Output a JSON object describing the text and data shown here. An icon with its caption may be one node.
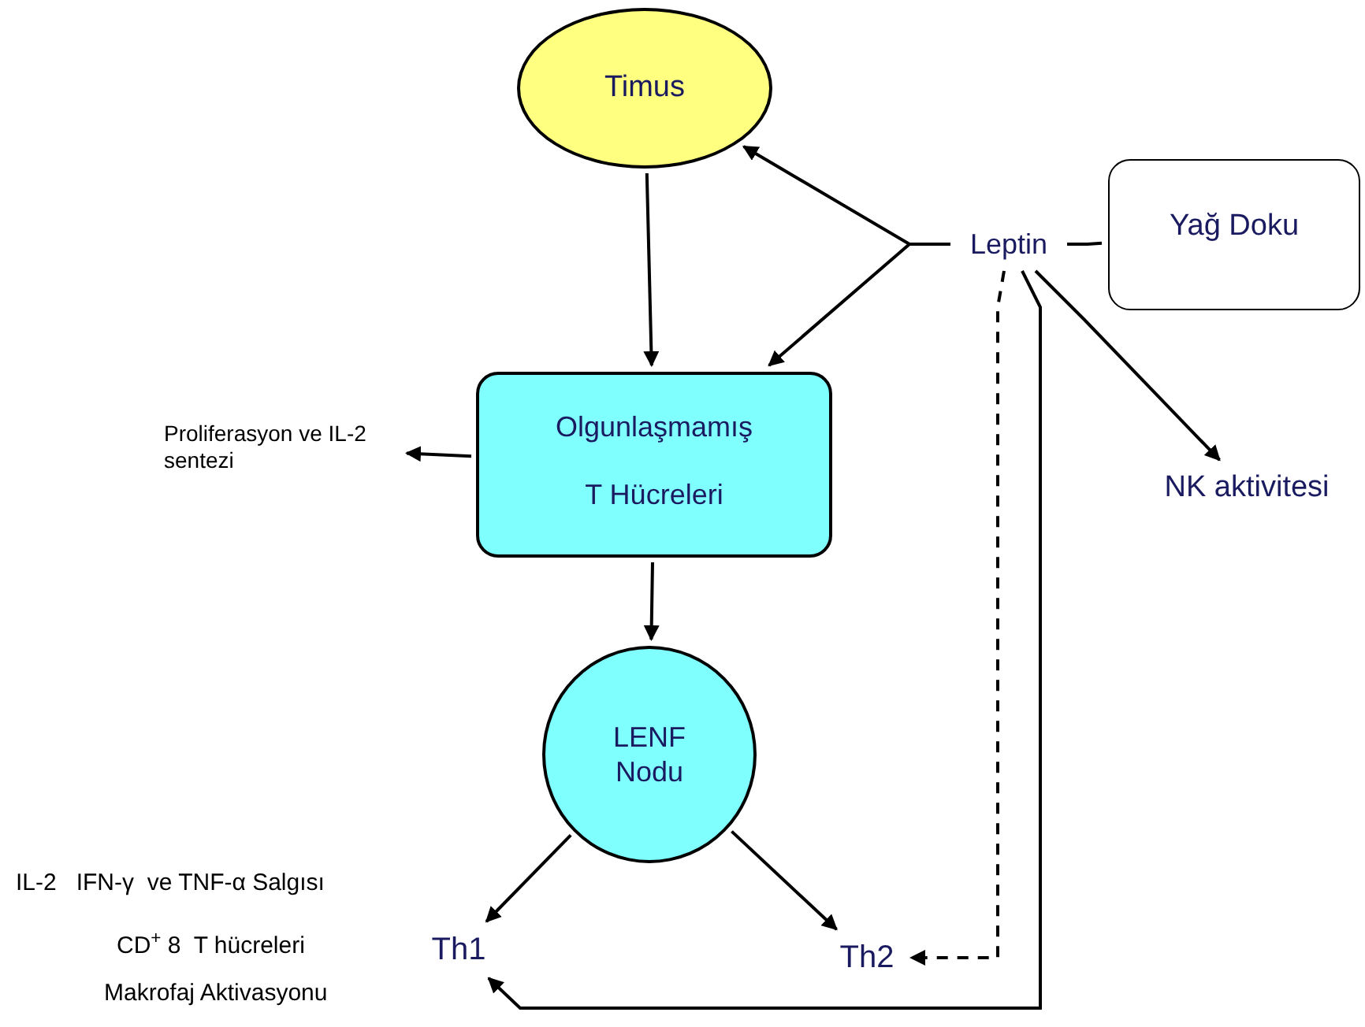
{
  "diagram": {
    "nodes": [
      {
        "text": [
          "Timus"
        ]
      },
      {
        "text": [
          "Olgunlaşmamış",
          "T  Hücreleri"
        ]
      },
      {
        "text": [
          "LENF Nodu"
        ]
      },
      {
        "text": [
          "Leptin"
        ]
      },
      {
        "text": [
          "Yağ Doku"
        ]
      },
      {
        "text": [
          "NK aktivitesi"
        ]
      },
      {
        "text": [
          "Proliferasyon ve IL-2 sentezi"
        ]
      },
      {
        "text": [
          "Th1"
        ],
        "beside": [
          "IL-2   IFN-γ  ve TNF-α Salgısı",
          "CD$^{+}$ 8  T hücreleri",
          "Makrofaj Aktivasyonu"
        ]
      },
      {
        "text": [
          "Th2"
        ]
      }
    ],
    "edges": [
      {
        "from": 0,
        "to": 1,
        "arrow": "to"
      },
      {
        "from": 1,
        "to": 6,
        "arrow": "to"
      },
      {
        "from": 1,
        "to": 2,
        "arrow": "to"
      },
      {
        "from": 3,
        "to": 0,
        "arrow": "to"
      },
      {
        "from": 3,
        "to": 1,
        "arrow": "to"
      },
      {
        "from": 3,
        "to": 4,
        "arrow": "none"
      },
      {
        "from": 3,
        "to": 5,
        "arrow": "to"
      },
      {
        "from": 2,
        "to": 7,
        "arrow": "to"
      },
      {
        "from": 2,
        "to": 8,
        "arrow": "to"
      },
      {
        "from": 3,
        "to": 8,
        "arrow": "to",
        "style": "dashed"
      },
      {
        "from": 3,
        "to": 7,
        "arrow": "to"
      }
    ]
  }
}
